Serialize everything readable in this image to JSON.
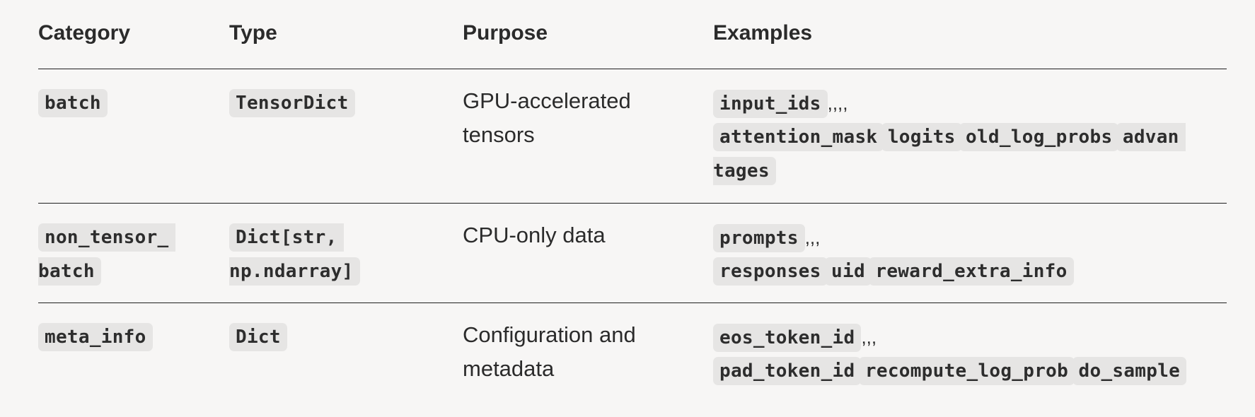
{
  "headers": {
    "category": "Category",
    "type": "Type",
    "purpose": "Purpose",
    "examples": "Examples"
  },
  "rows": [
    {
      "category": "batch",
      "type": "TensorDict",
      "purpose_line1": "GPU-accelerated",
      "purpose_line2": "tensors",
      "examples": [
        "input_ids",
        "attention_mask",
        "logits",
        "old_log_probs",
        "advan",
        "tages"
      ],
      "separators": ",,,,"
    },
    {
      "category_line1": "non_tensor_",
      "category_line2": "batch",
      "type_line1": "Dict[str,",
      "type_line2": "np.ndarray]",
      "purpose": "CPU-only data",
      "examples": [
        "prompts",
        "responses",
        "uid",
        "reward_extra_info"
      ],
      "separators": ",,,"
    },
    {
      "category": "meta_info",
      "type": "Dict",
      "purpose_line1": "Configuration and",
      "purpose_line2": "metadata",
      "examples": [
        "eos_token_id",
        "pad_token_id",
        "recompute_log_prob",
        "do_sample"
      ],
      "separators": ",,,"
    }
  ]
}
